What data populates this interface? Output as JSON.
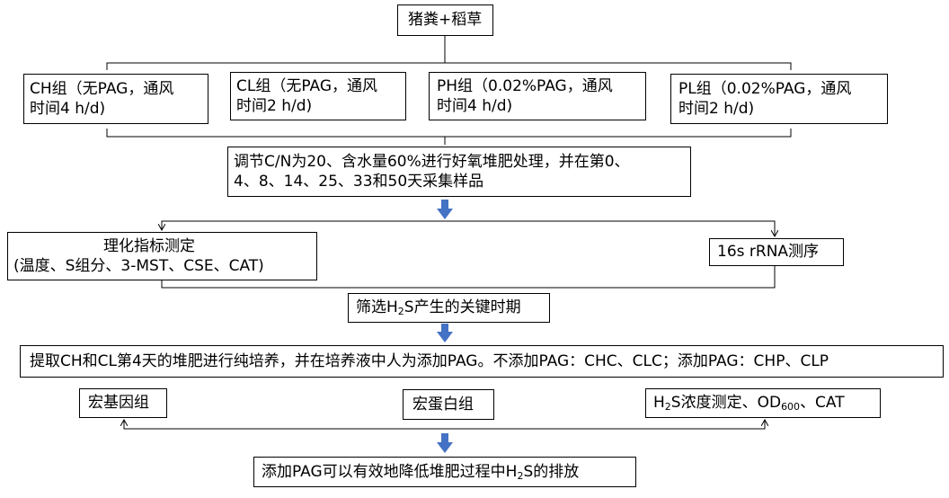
{
  "nodes": {
    "start": "猪粪+稻草",
    "ch": {
      "line1": "CH组（无PAG，通风",
      "line2": "时间4 h/d)"
    },
    "cl": {
      "line1": "CL组（无PAG，通风",
      "line2": "时间2 h/d)"
    },
    "ph": {
      "line1": "PH组（0.02%PAG，通风",
      "line2": "时间4 h/d)"
    },
    "pl": {
      "line1": "PL组（0.02%PAG，通风",
      "line2": "时间2 h/d)"
    },
    "process": {
      "line1": "调节C/N为20、含水量60%进行好氧堆肥处理，并在第0、",
      "line2": "4、8、14、25、33和50天采集样品"
    },
    "physchem": {
      "line1": "理化指标测定",
      "line2": "(温度、S组分、3-MST、CSE、CAT)"
    },
    "rrna": "16s rRNA测序",
    "screen": {
      "pre": "筛选H",
      "sub": "2",
      "post": "S产生的关键时期"
    },
    "extract": "提取CH和CL第4天的堆肥进行纯培养，并在培养液中人为添加PAG。不添加PAG：CHC、CLC；添加PAG：CHP、CLP",
    "metagenome": "宏基因组",
    "metaproteome": "宏蛋白组",
    "h2s": {
      "pre": "H",
      "sub": "2",
      "mid": "S浓度测定、OD",
      "sub2": "600",
      "post": "、CAT"
    },
    "conclusion": {
      "pre": "添加PAG可以有效地降低堆肥过程中H",
      "sub": "2",
      "post": "S的排放"
    }
  },
  "colors": {
    "line": "#000000",
    "arrow": "#4472C4",
    "box_border": "#000000"
  }
}
